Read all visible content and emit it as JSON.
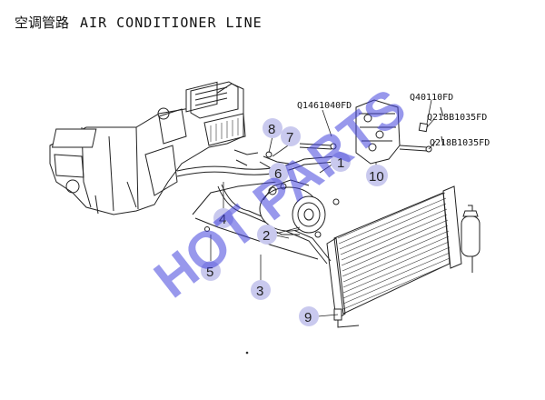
{
  "title": {
    "cn": "空调管路",
    "en": "AIR CONDITIONER LINE"
  },
  "watermark": "HOT PARTS",
  "callouts": [
    {
      "id": "1",
      "label": "1"
    },
    {
      "id": "2",
      "label": "2"
    },
    {
      "id": "3",
      "label": "3"
    },
    {
      "id": "4",
      "label": "4"
    },
    {
      "id": "5",
      "label": "5"
    },
    {
      "id": "6",
      "label": "6"
    },
    {
      "id": "7",
      "label": "7"
    },
    {
      "id": "8",
      "label": "8"
    },
    {
      "id": "9",
      "label": "9"
    },
    {
      "id": "10",
      "label": "10"
    }
  ],
  "part_codes": [
    {
      "code": "Q1461040FD"
    },
    {
      "code": "Q40110FD"
    },
    {
      "code": "Q218B1035FD"
    },
    {
      "code": "Q218B1035FD"
    }
  ],
  "colors": {
    "bubble": "#c9c9ee",
    "watermark": "#4444dd",
    "line": "#222222"
  }
}
